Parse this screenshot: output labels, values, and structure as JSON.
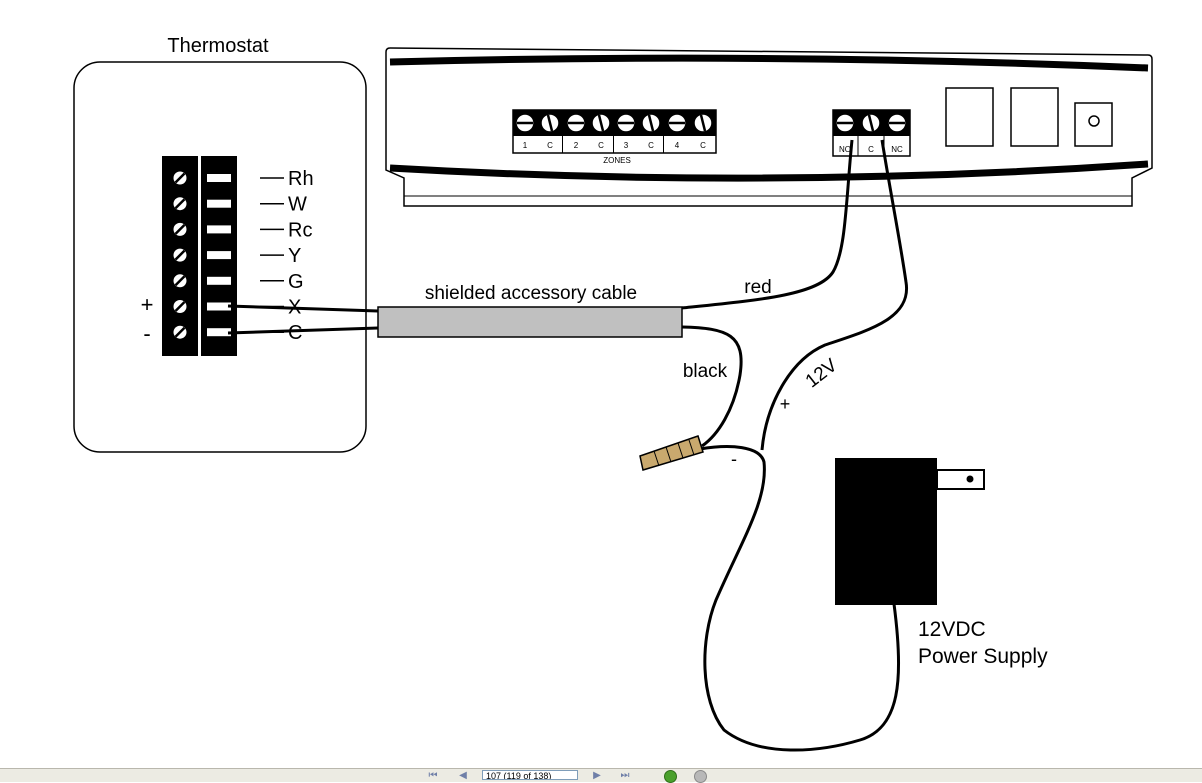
{
  "thermostat": {
    "title": "Thermostat",
    "terminals": [
      "Rh",
      "W",
      "Rc",
      "Y",
      "G",
      "X",
      "C"
    ],
    "polarity_plus": "+",
    "polarity_minus": "-"
  },
  "panel": {
    "zone_labels": [
      "1",
      "C",
      "2",
      "C",
      "3",
      "C",
      "4",
      "C"
    ],
    "zones_caption": "ZONES",
    "relay_labels": [
      "NO",
      "C",
      "NC"
    ]
  },
  "wiring": {
    "cable_label": "shielded accessory cable",
    "red_label": "red",
    "black_label": "black",
    "voltage_label": "12V",
    "plus_label": "+",
    "minus_label": "-"
  },
  "power_supply": {
    "line1": "12VDC",
    "line2": "Power Supply"
  },
  "toolbar": {
    "page_field_value": "107  (119 of 138)"
  },
  "colors": {
    "wire": "#000000",
    "cable_fill": "#c0c0c0",
    "wire_nut": "#c9a96e",
    "toolbar_bg": "#ecebe3"
  }
}
